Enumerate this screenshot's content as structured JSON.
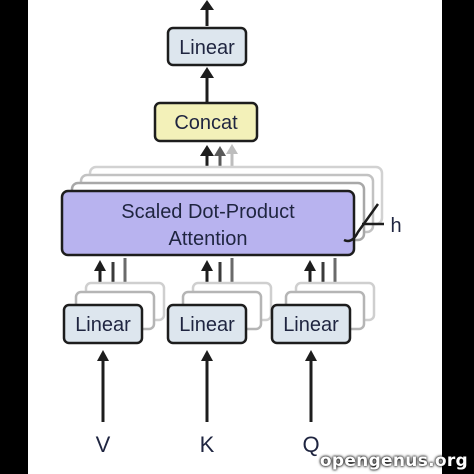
{
  "diagram": {
    "top_linear_label": "Linear",
    "concat_label": "Concat",
    "attention_label_line1": "Scaled Dot-Product",
    "attention_label_line2": "Attention",
    "heads_label": "h",
    "v_linear_label": "Linear",
    "k_linear_label": "Linear",
    "q_linear_label": "Linear",
    "v_input_label": "V",
    "k_input_label": "K",
    "q_input_label": "Q"
  },
  "watermark": {
    "text": "opengenus.org"
  },
  "colors": {
    "linear_fill": "#dde6ee",
    "concat_fill": "#f3f1b9",
    "attention_fill": "#b8b3ef",
    "stroke": "#1d1d1d",
    "ghost_stroke": "#c8c8c8"
  }
}
